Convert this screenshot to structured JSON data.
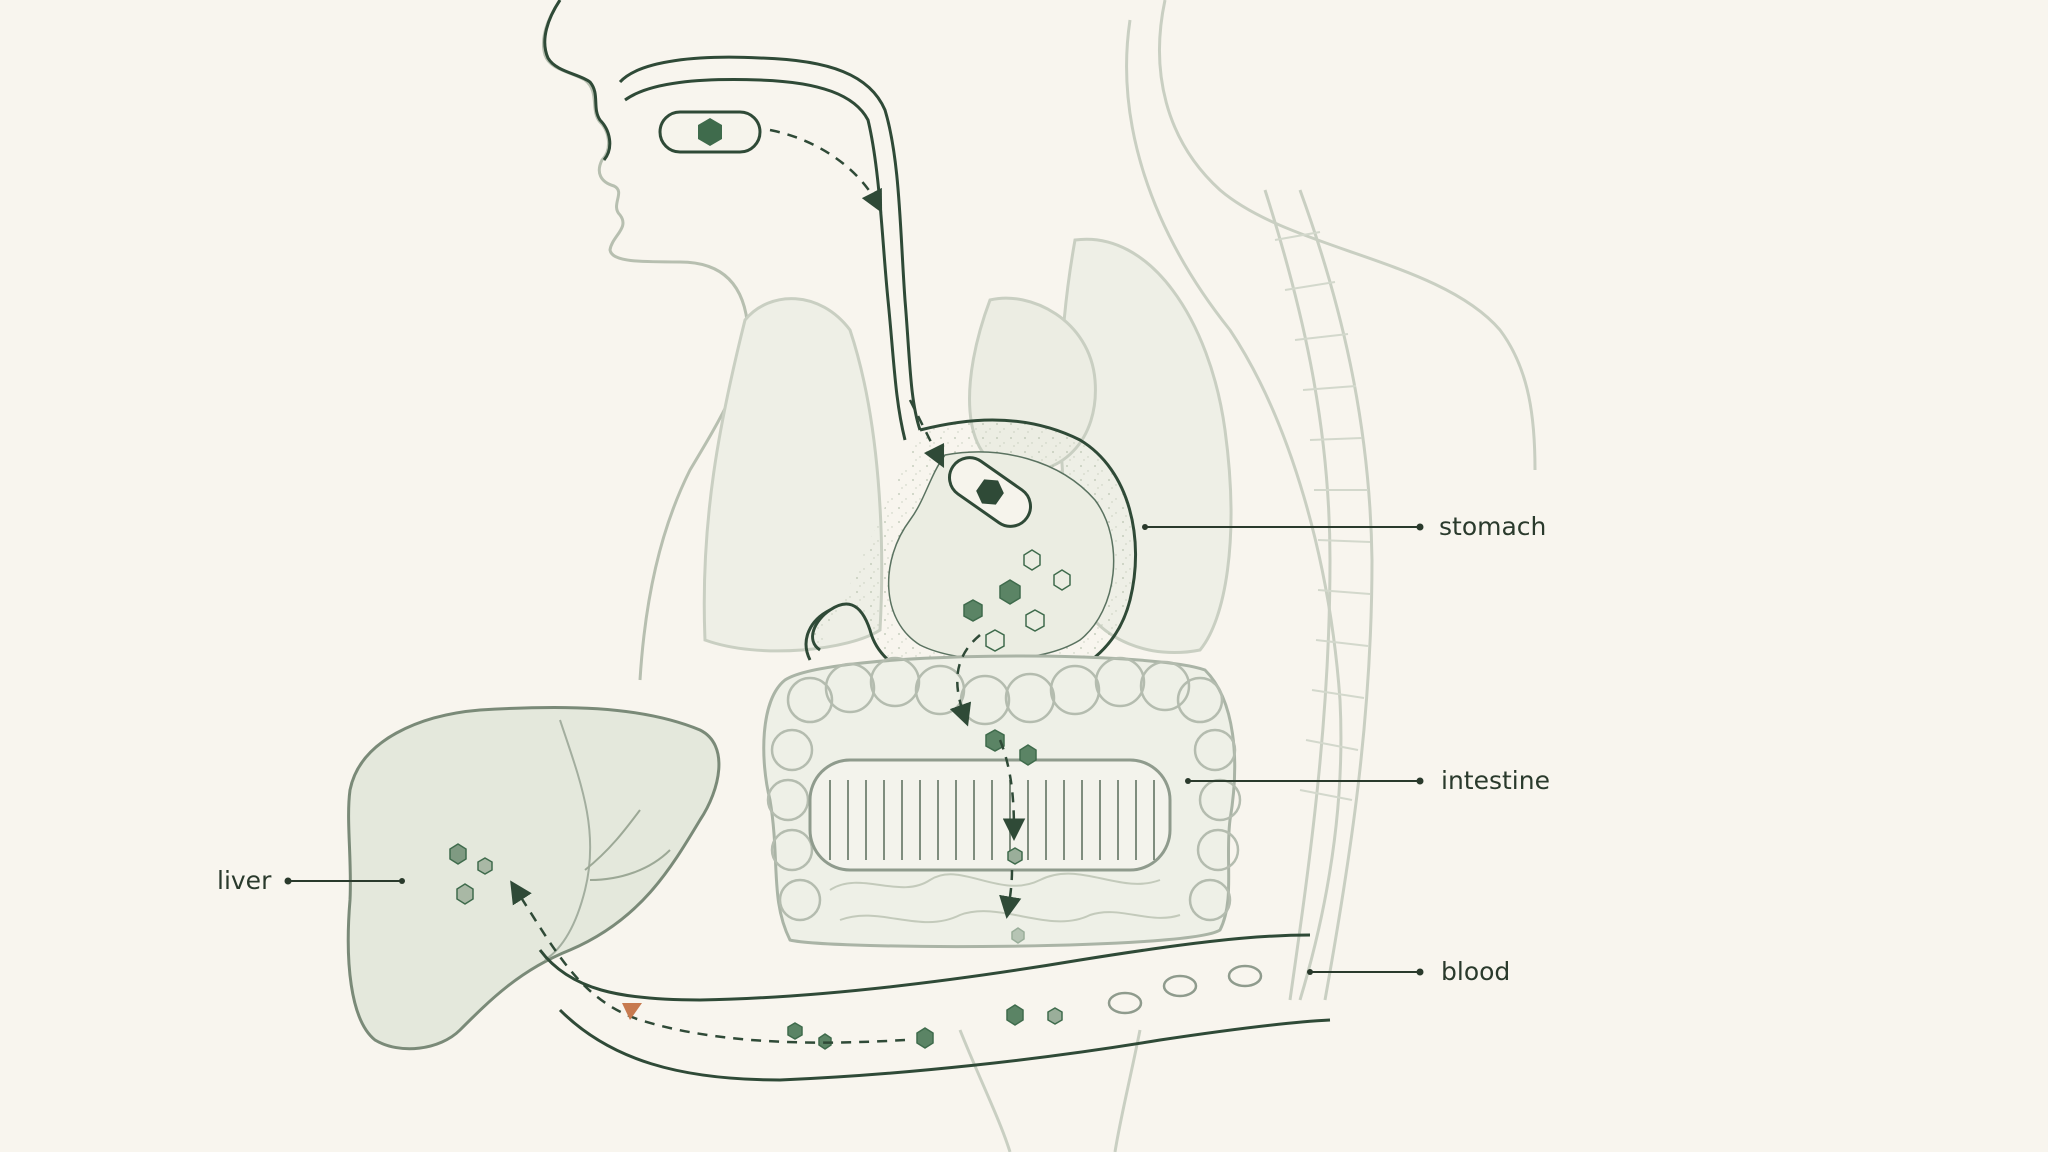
{
  "labels": {
    "stomach": "stomach",
    "intestine": "intestine",
    "blood": "blood",
    "liver": "liver"
  },
  "colors": {
    "background": "#f8f5ee",
    "outline_dark": "#2f4a37",
    "outline_faint": "#c9cfc2",
    "organ_fill": "#e6e9dd",
    "particle_dark": "#3f6b4c",
    "particle_light": "#9aae9a",
    "marker_orange": "#c77a4f"
  },
  "icons": {
    "pill": "capsule-icon",
    "particle": "hexagon-icon",
    "marker": "triangle-marker-icon"
  }
}
